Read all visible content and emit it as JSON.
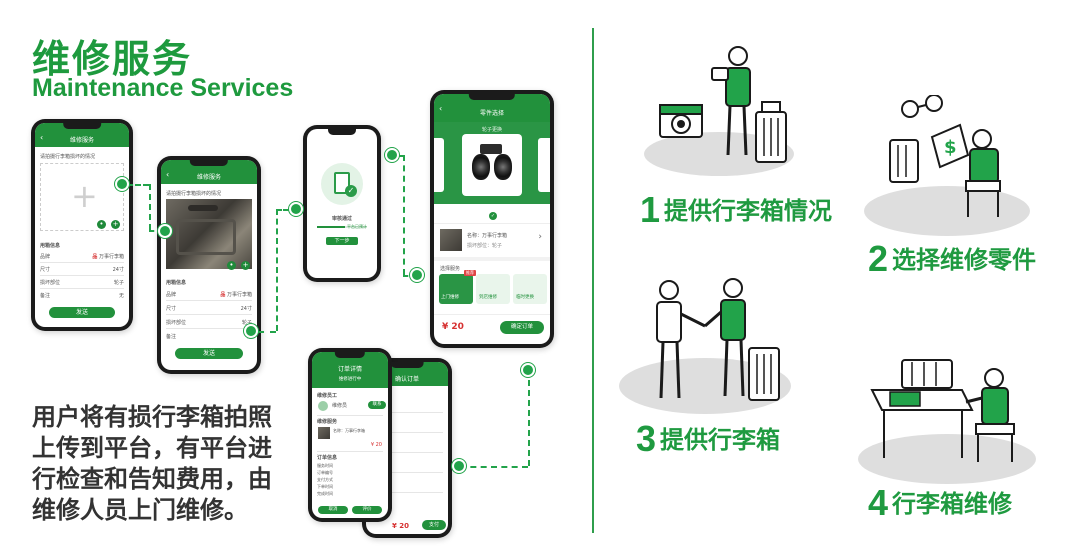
{
  "header": {
    "title_cn": "维修服务",
    "title_en": "Maintenance Services"
  },
  "description": [
    "用户将有损行李箱拍照",
    "上传到平台，有平台进",
    "行检查和告知费用，由",
    "维修人员上门维修。"
  ],
  "steps": [
    {
      "num": "1",
      "label": "提供行李箱情况"
    },
    {
      "num": "2",
      "label": "选择维修零件"
    },
    {
      "num": "3",
      "label": "提供行李箱"
    },
    {
      "num": "4",
      "label": "行李箱维修"
    }
  ],
  "phone1": {
    "title": "维修服务",
    "prompt": "请拍摄行李箱损坏的情况",
    "section": "用箱信息",
    "rows": [
      {
        "k": "品牌",
        "v": "万事行李箱"
      },
      {
        "k": "尺寸",
        "v": "24寸"
      },
      {
        "k": "损坏部位",
        "v": "轮子"
      },
      {
        "k": "备注",
        "v": "无"
      }
    ],
    "submit": "发送"
  },
  "phone2": {
    "title": "维修服务",
    "prompt": "请拍摄行李箱损坏的情况",
    "section": "用箱信息",
    "rows": [
      {
        "k": "品牌",
        "v": "万事行李箱"
      },
      {
        "k": "尺寸",
        "v": "24寸"
      },
      {
        "k": "损坏部位",
        "v": "轮子"
      },
      {
        "k": "备注",
        "v": "无"
      }
    ],
    "submit": "发送"
  },
  "phone3": {
    "status": "审核通过",
    "progress": "平台已预计",
    "next": "下一步"
  },
  "phone4": {
    "title": "零件选择",
    "subtitle": "轮子更换",
    "item_name": "名称：万事行李箱",
    "item_desc": "损坏部位：轮子",
    "service_label": "选择服务",
    "services": [
      "上门维修",
      "到店维修",
      "临时更换"
    ],
    "badge": "推荐",
    "price": "¥ 20",
    "confirm": "确定订单"
  },
  "phone5": {
    "title": "订单详情",
    "status": "维修进行中",
    "worker_section": "维修员工",
    "worker_name": "维修员",
    "contact": "联系",
    "service_section": "维修服务",
    "item": "名称：万事行李箱",
    "price": "¥ 20",
    "info_section": "订单信息",
    "info_rows": [
      "服务时间",
      "订单编号",
      "支付方式",
      "下单时间",
      "完成时间"
    ],
    "btn_left": "取消",
    "btn_right": "评价"
  },
  "phone6": {
    "title": "确认订单",
    "price": "¥ 20",
    "pay": "支付"
  },
  "colors": {
    "brand_green": "#1e9a3e",
    "dark_green": "#22913c",
    "text_dark": "#333333"
  }
}
